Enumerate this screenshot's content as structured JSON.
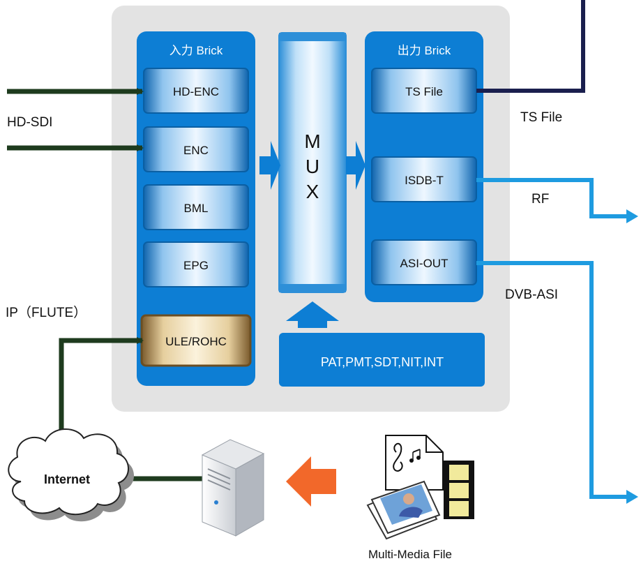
{
  "colors": {
    "panel_bg": "#e3e3e3",
    "brick_blue": "#0d7ed4",
    "module_light": "#d8ecfb",
    "module_border": "#0a5fa3",
    "dark_green_line": "#1e3b1e",
    "navy_line": "#1a1f4e",
    "cyan_line": "#1e9be0",
    "orange_arrow": "#f2682a",
    "ule_brown": "#8a6a3a",
    "ule_fill": "#f3e6c6"
  },
  "input_brick": {
    "title": "入力 Brick",
    "modules": [
      "HD-ENC",
      "ENC",
      "BML",
      "EPG",
      "ULE/ROHC"
    ]
  },
  "mux": {
    "letters": [
      "M",
      "U",
      "X"
    ]
  },
  "output_brick": {
    "title": "出力 Brick",
    "modules": [
      "TS File",
      "ISDB-T",
      "ASI-OUT"
    ]
  },
  "tables_box": {
    "label": "PAT,PMT,SDT,NIT,INT"
  },
  "labels": {
    "hd_sdi": "HD-SDI",
    "ip_flute": "IP（FLUTE）",
    "ts_file": "TS File",
    "rf": "RF",
    "dvb_asi": "DVB-ASI",
    "internet": "Internet",
    "multimedia": "Multi-Media File"
  },
  "icons": {
    "cloud": "cloud-icon",
    "server": "server-icon",
    "music_doc": "music-document-icon",
    "film": "film-strip-icon",
    "photos": "photo-stack-icon"
  }
}
